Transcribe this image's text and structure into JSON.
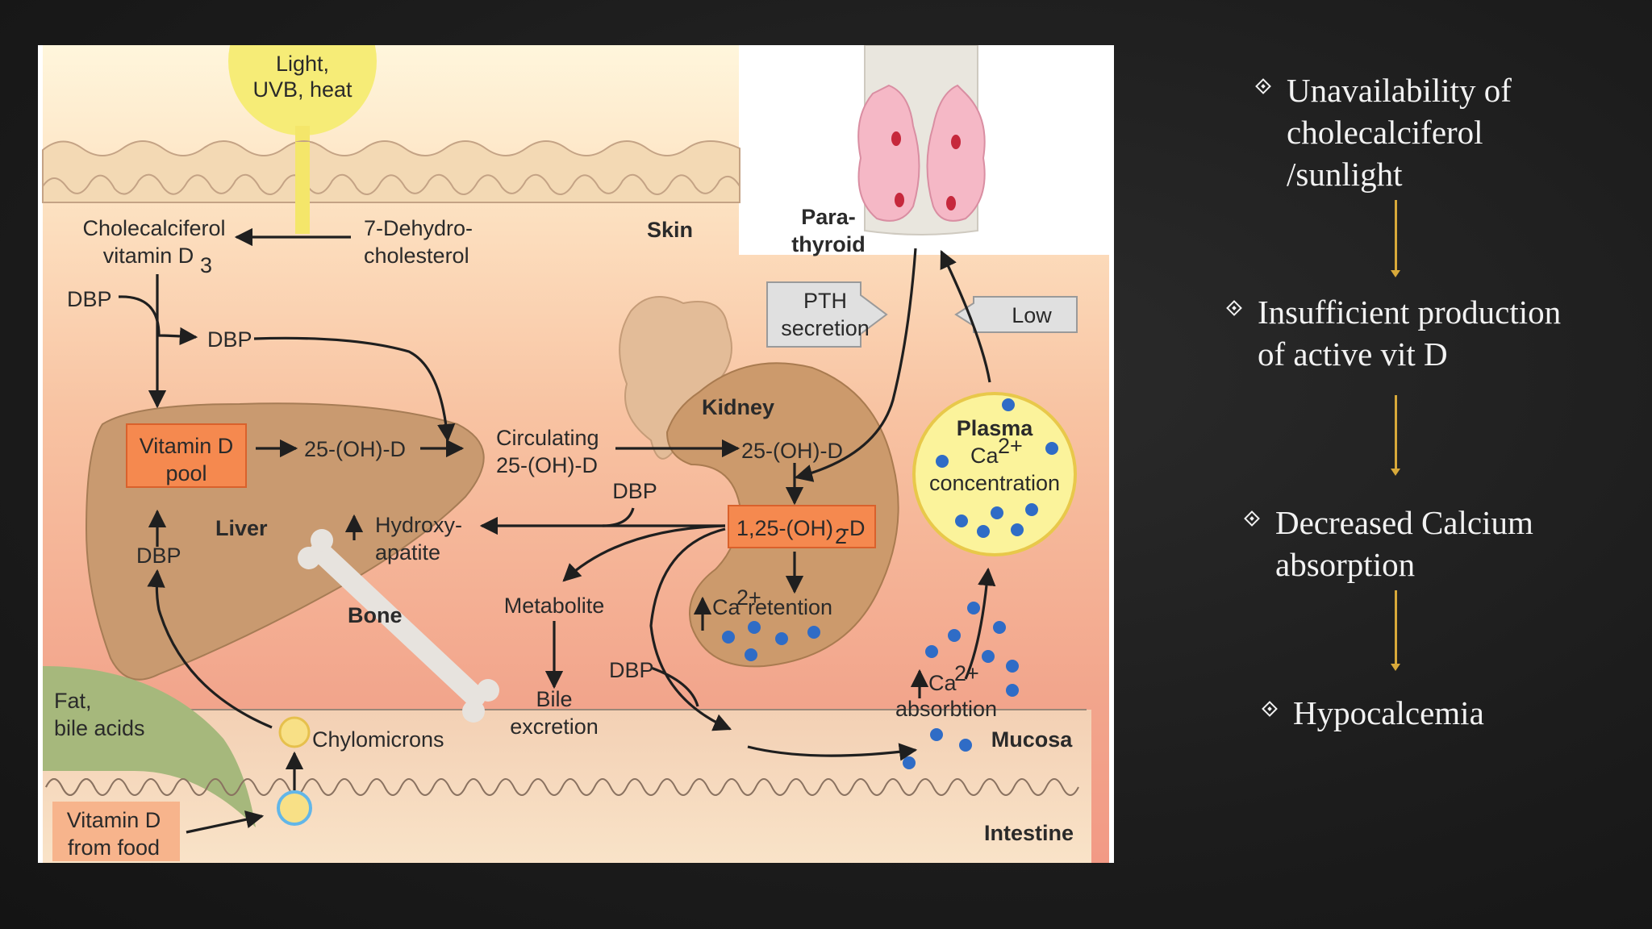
{
  "diagram": {
    "labels": {
      "light": "Light,",
      "uvb": "UVB, heat",
      "chole1": "Cholecalciferol",
      "chole2": "vitamin D",
      "chole_sub": "3",
      "dehydro1": "7-Dehydro-",
      "dehydro2": "cholesterol",
      "skin": "Skin",
      "para1": "Para-",
      "para2": "thyroid",
      "pth1": "PTH",
      "pth2": "secretion",
      "low": "Low",
      "dbp": "DBP",
      "vitd_pool1": "Vitamin D",
      "vitd_pool2": "pool",
      "liver_25": "25-(OH)-D",
      "circ1": "Circulating",
      "circ2": "25-(OH)-D",
      "kidney": "Kidney",
      "kidney_25": "25-(OH)-D",
      "calcitriol": "1,25-(OH)",
      "calcitriol_sub": "2",
      "calcitriol_end": "-D",
      "liver": "Liver",
      "hydroxy1": "Hydroxy-",
      "hydroxy2": "apatite",
      "bone": "Bone",
      "metabolite": "Metabolite",
      "bile1": "Bile",
      "bile2": "excretion",
      "ca_ret_ion": "Ca",
      "ca_sup": "2+",
      "retention": " retention",
      "plasma": "Plasma",
      "plasma_ca": "Ca",
      "concentration": "concentration",
      "absorbtion": "absorbtion",
      "mucosa": "Mucosa",
      "fat1": "Fat,",
      "fat2": "bile acids",
      "chylo": "Chylomicrons",
      "food1": "Vitamin D",
      "food2": "from food",
      "intestine": "Intestine"
    }
  },
  "bullets": [
    "Unavailability of\ncholecalciferol\n/sunlight",
    "Insufficient  production\nof active vit D",
    "Decreased Calcium\nabsorption",
    "Hypocalcemia"
  ],
  "colors": {
    "background": "#1c1c1c",
    "arrow": "#d8a93a",
    "highlight_box": "#f07b4a",
    "organ": "#c99a70"
  }
}
